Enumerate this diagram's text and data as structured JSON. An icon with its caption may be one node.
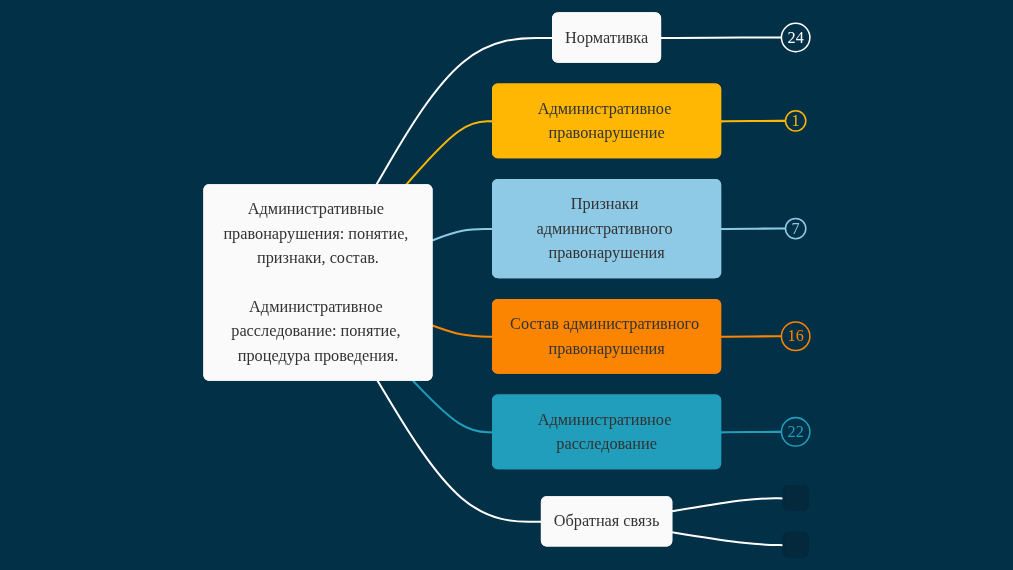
{
  "diagram": {
    "nodes": [
      {
        "text": [
          "Административные правонарушения: понятие, признаки, состав.",
          "Административное расследование: понятие, процедура проведения."
        ]
      },
      {
        "text": [
          "Нормативка"
        ]
      },
      {
        "text": [
          "24"
        ]
      },
      {
        "text": [
          "Административное правонарушение"
        ]
      },
      {
        "text": [
          "1"
        ]
      },
      {
        "text": [
          "Признаки административного правонарушения"
        ]
      },
      {
        "text": [
          "7"
        ]
      },
      {
        "text": [
          "Состав административного правонарушения"
        ]
      },
      {
        "text": [
          "16"
        ]
      },
      {
        "text": [
          "Административное расследование"
        ]
      },
      {
        "text": [
          "22"
        ]
      },
      {
        "text": [
          "Обратная связь"
        ]
      },
      {
        "text": [],
        "shape": "box"
      },
      {
        "text": [],
        "shape": "box"
      }
    ],
    "edges": [
      {
        "from": 0,
        "to": 1,
        "arrow": "none"
      },
      {
        "from": 1,
        "to": 2,
        "arrow": "none"
      },
      {
        "from": 0,
        "to": 3,
        "arrow": "none",
        "color": "#ffb703"
      },
      {
        "from": 3,
        "to": 4,
        "arrow": "none",
        "color": "#ffb703"
      },
      {
        "from": 0,
        "to": 5,
        "arrow": "none",
        "color": "#8ecae6"
      },
      {
        "from": 5,
        "to": 6,
        "arrow": "none",
        "color": "#8ecae6"
      },
      {
        "from": 0,
        "to": 7,
        "arrow": "none",
        "color": "#fb8500"
      },
      {
        "from": 7,
        "to": 8,
        "arrow": "none",
        "color": "#fb8500"
      },
      {
        "from": 0,
        "to": 9,
        "arrow": "none",
        "color": "#219ebc"
      },
      {
        "from": 9,
        "to": 10,
        "arrow": "none",
        "color": "#219ebc"
      },
      {
        "from": 0,
        "to": 11,
        "arrow": "none"
      },
      {
        "from": 11,
        "to": 12,
        "arrow": "none"
      },
      {
        "from": 11,
        "to": 13,
        "arrow": "none"
      }
    ]
  }
}
